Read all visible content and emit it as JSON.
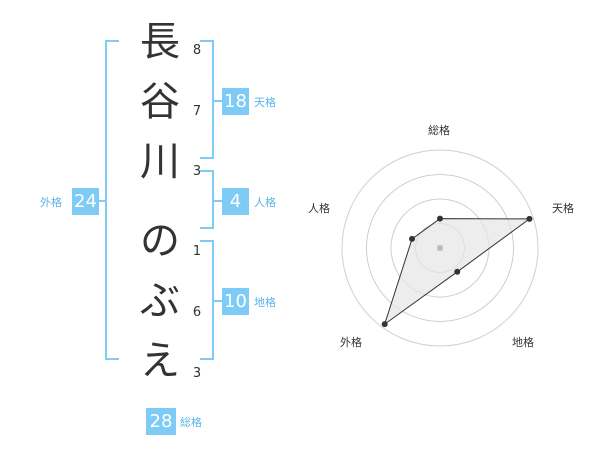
{
  "name_chars": [
    "長",
    "谷",
    "川",
    "の",
    "ぶ",
    "え"
  ],
  "strokes": [
    "8",
    "7",
    "3",
    "1",
    "6",
    "3"
  ],
  "kaku": {
    "tenkaku": {
      "label": "天格",
      "value": "18"
    },
    "jinkaku": {
      "label": "人格",
      "value": "4"
    },
    "chikaku": {
      "label": "地格",
      "value": "10"
    },
    "gaikaku": {
      "label": "外格",
      "value": "24"
    },
    "soukaku": {
      "label": "総格",
      "value": "28"
    }
  },
  "radar": {
    "axes": [
      "総格",
      "天格",
      "地格",
      "外格",
      "人格"
    ],
    "values": [
      0.3,
      0.96,
      0.3,
      0.96,
      0.3
    ],
    "colors": {
      "grid": "#cfcfcf",
      "fill": "#e6e6e6",
      "line": "#333333",
      "point": "#333333",
      "center": "#bbbbbb"
    }
  }
}
